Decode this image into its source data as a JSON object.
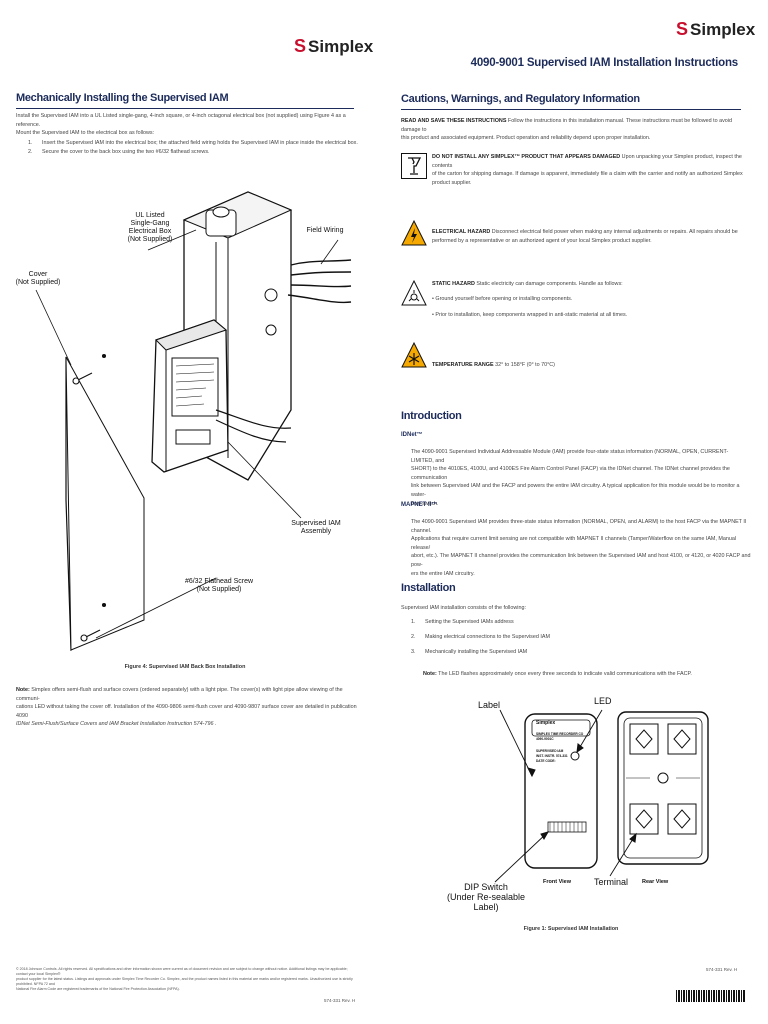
{
  "brand": {
    "name": "Simplex",
    "mark": "S"
  },
  "header": {
    "title": "4090-9001 Supervised IAM Installation Instructions"
  },
  "left": {
    "heading": "Mechanically Installing the Supervised IAM",
    "intro_1": "Install the Supervised IAM into a UL Listed single-gang, 4-inch square, or 4-inch octagonal electrical box (not supplied) using Figure 4 as a reference.",
    "intro_2": "Mount the Supervised IAM to the electrical box as follows:",
    "steps": [
      {
        "n": "1.",
        "text": "Insert the Supervised IAM into the electrical box; the attached field wiring holds the Supervised IAM in place inside the electrical box."
      },
      {
        "n": "2.",
        "text": "Secure the cover to the back box using the two #6/32 flathead screws."
      }
    ],
    "figure_labels": {
      "box": [
        "UL Listed",
        "Single-Gang",
        "Electrical Box",
        "(Not Supplied)"
      ],
      "field": "Field Wiring",
      "cover": [
        "Cover",
        "(Not Supplied)"
      ],
      "assembly": [
        "Supervised IAM",
        "Assembly"
      ],
      "screw": [
        "#6/32 Flathead Screw",
        "(Not Supplied)"
      ]
    },
    "figure_caption": "Figure 4:  Supervised IAM Back Box Installation",
    "note_label": "Note:",
    "note_1": " Simplex offers semi-flush and surface covers (ordered separately) with a light pipe. The cover(s) with light pipe allow viewing of the communi-",
    "note_2": "cations LED without taking the cover off. Installation of the 4090-9806 semi-flush cover and 4090-9807 surface cover are detailed in publication  4090",
    "note_3": "IDNet Semi-Flush/Surface Covers and IAM Bracket Installation Instruction 574-796 ."
  },
  "right": {
    "heading": "Cautions, Warnings, and Regulatory Information",
    "read_bold": "READ AND SAVE THESE INSTRUCTIONS",
    "read_1": " Follow the instructions in this installation manual. These instructions must be followed to avoid damage to",
    "read_2": "this product and associated equipment. Product operation and reliability depend upon proper installation.",
    "warnings": [
      {
        "bold": "DO NOT INSTALL ANY SIMPLEX™ PRODUCT THAT APPEARS DAMAGED",
        "l1": " Upon unpacking your Simplex product, inspect the contents",
        "l2": "of the carton for shipping damage. If damage is apparent, immediately file a claim with the carrier and notify an authorized Simplex",
        "l3": "product supplier."
      },
      {
        "bold": "ELECTRICAL HAZARD",
        "l1": " Disconnect electrical field power when making any internal adjustments or repairs. All repairs should be",
        "l2": "performed by a representative or an authorized agent of your local Simplex product supplier.",
        "l3": ""
      },
      {
        "bold": "STATIC HAZARD",
        "l1": " Static electricity can damage components. Handle as follows:",
        "l2": "•  Ground yourself before opening or installing components.",
        "l3": "•  Prior to installation, keep components wrapped in anti-static material at all times."
      },
      {
        "bold": "TEMPERATURE RANGE",
        "l1": "  32° to 158°F (0° to 70°C)",
        "l2": "",
        "l3": ""
      }
    ],
    "intro_heading": "Introduction",
    "idnet_heading": "IDNet™",
    "idnet": [
      "The 4090-9001 Supervised Individual Addressable Module (IAM) provide four-state status information (NORMAL, OPEN, CURRENT-LIMITED, and",
      "SHORT) to the 4010ES, 4100U, and 4100ES Fire Alarm Control Panel (FACP) via the IDNet channel. The IDNet channel provides the communication",
      "link between Supervised IAM and the FACP and powers the entire IAM circuitry. A typical application for this module would be to monitor a water-",
      "flow switch."
    ],
    "mapnet_heading": "MAPNET II™",
    "mapnet": [
      "The 4090-9001 Supervised IAM provides three-state status information (NORMAL, OPEN, and ALARM) to the host FACP via the MAPNET II channel.",
      "Applications that require current limit sensing are not compatible with MAPNET II channels (Tamper/Waterflow on the same IAM, Manual release/",
      "abort, etc.). The MAPNET II channel provides the communication link between the Supervised IAM and host 4100, or 4120, or 4020 FACP and pow-",
      "ers the entire IAM circuitry."
    ],
    "install_heading": "Installation",
    "install_intro": "Supervised IAM installation consists of the following:",
    "install_steps": [
      {
        "n": "1.",
        "text": "Setting the Supervised IAMs address"
      },
      {
        "n": "2.",
        "text": "Making electrical connections to the Supervised IAM"
      },
      {
        "n": "3.",
        "text": "Mechanically installing the Supervised IAM"
      }
    ],
    "note_label": "Note:",
    "note_text": " The LED flashes approximately once every three seconds to indicate valid communications with the FACP.",
    "fig1": {
      "label": "Label",
      "led": "LED",
      "dip": [
        "DIP Switch",
        "(Under Re-sealable Label)"
      ],
      "front": "Front View",
      "terminal": "Terminal",
      "rear": "Rear View",
      "device_lines": [
        "SIMPLEX TIME RECORDER CO",
        "4090-9001C",
        "SUPERVISED IAM",
        "INST. INSTR. 574-331",
        "DATE CODE:"
      ],
      "caption": "Figure 1:  Supervised IAM Installation"
    }
  },
  "footer": {
    "legal_1": "© 2018 Johnson Controls. All rights reserved. All specifications and other information shown were current as of document revision and are subject to change without notice. Additional listings may be applicable; contact your local Simplex®",
    "legal_2": "product supplier for the latest status. Listings and approvals under Simplex Time Recorder Co. Simplex, and the product names listed in this material are marks and/or registered marks. Unauthorized use is strictly prohibited. NFPA 72 and",
    "legal_3": "National Fire Alarm Code are registered trademarks of the National Fire Protection Association (NFPA).",
    "left_code": "574-331   Rev. H",
    "right_code": "574-331   Rev. H"
  }
}
